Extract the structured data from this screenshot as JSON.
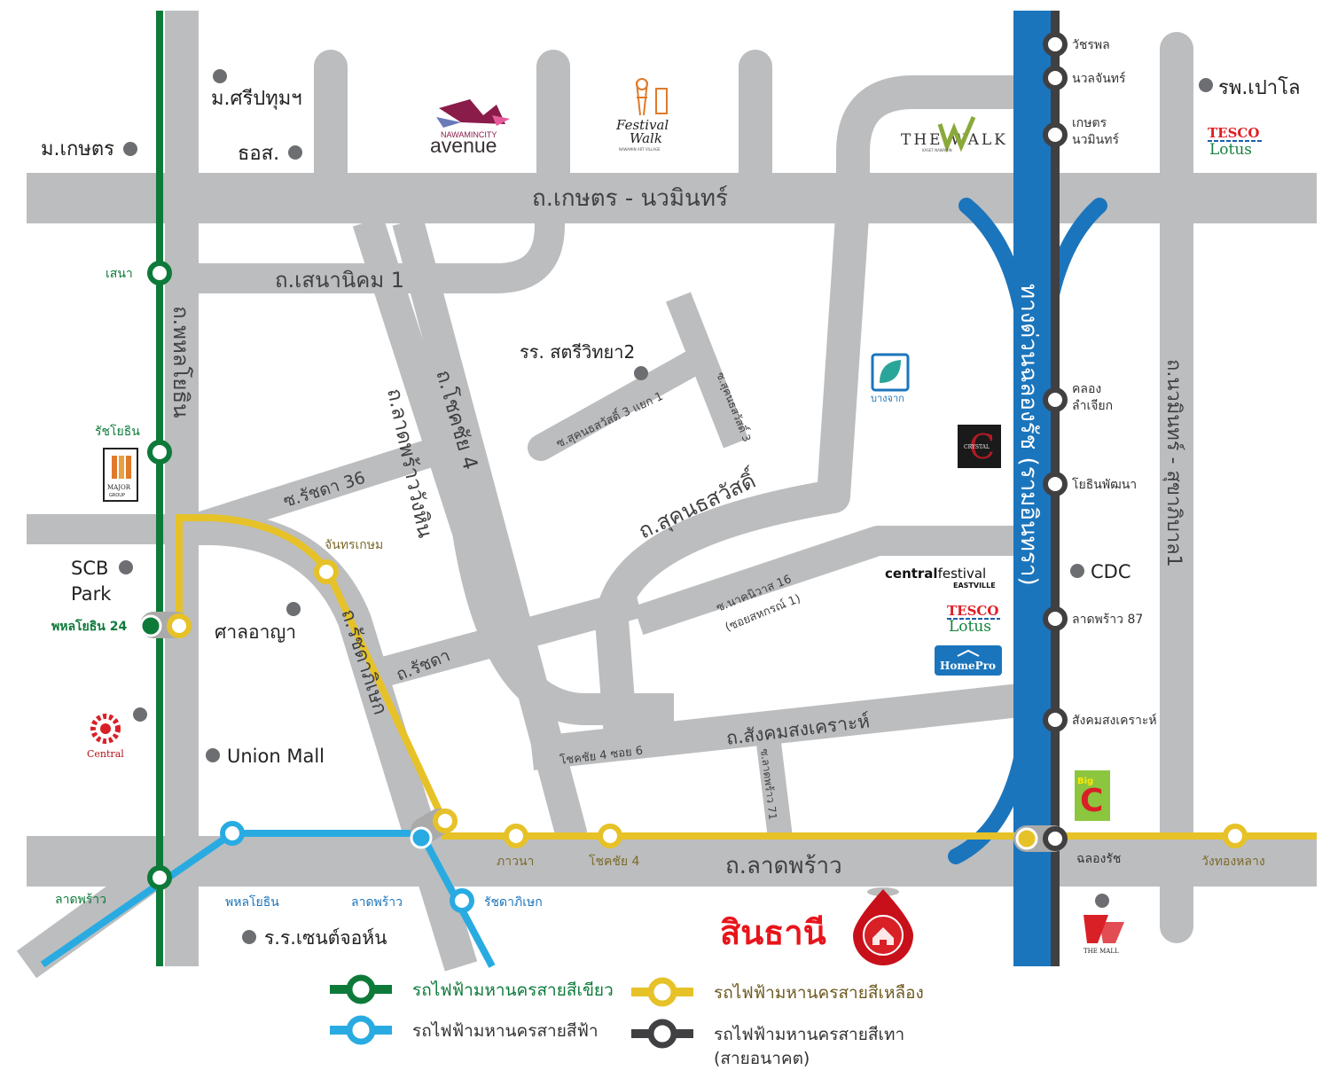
{
  "roads": {
    "kaset_nawamin": "ถ.เกษตร - นวมินทร์",
    "senanikom1": "ถ.เสนานิคม 1",
    "phahonyothin": "ถ.พหลโยธิน",
    "ladprao_wanghin": "ถ.ลาดพร้าววังหิน",
    "chokchai4": "ถ.โชคชัย 4",
    "soi_ratchada36": "ซ.รัชดา 36",
    "sukhon_sawat": "ถ.สุคนธสวัสดิ์",
    "soi_sukhon3_yaek1": "ซ.สุคนธสวัสดิ์ 3 แยก 1",
    "soi_sukhon3": "ซ.สุคนธสวัสดิ์ 3",
    "soi_nakniwat16": "ซ.นาคนิวาส 16",
    "soi_nakniwat16_alt": "(ซอยสหกรณ์ 1)",
    "ratchada": "ถ.รัชดา",
    "ratchadaphisek": "ถ.รัชดาภิเษก",
    "sangkhom": "ถ.สังคมสงเคราะห์",
    "chokchai4_soi6": "โชคชัย 4 ซอย 6",
    "soi_ladprao71": "ซ.ลาดพร้าว 71",
    "ladprao": "ถ.ลาดพร้าว",
    "expressway": "ทางด่วนฉลองรัช (รามอินทรา)",
    "nawamin_sukhaphiban": "ถ.นวมินทร์ - สุขาภิบาล1"
  },
  "pois": {
    "kaset_univ": "ม.เกษตร",
    "sripatum_univ": "ม.ศรีปทุมฯ",
    "baac": "ธอส.",
    "paolo_hospital": "รพ.เปาโล",
    "satri_school": "รร. สตรีวิทยา2",
    "scb_park_1": "SCB",
    "scb_park_2": "Park",
    "court": "ศาลอาญา",
    "union_mall": "Union Mall",
    "cdc": "CDC",
    "st_john": "ร.ร.เซนต์จอห์น"
  },
  "logos": {
    "nawamin_city_top": "NAWAMINCITY",
    "nawamin_city_bottom": "avenue",
    "festival_walk_1": "Festival",
    "festival_walk_2": "Walk",
    "festival_walk_sub": "NAWAMIN ART VILLAGE",
    "the_walk": "THE WALK",
    "the_walk_sub": "KASET NAWAMIN",
    "tesco_1": "TESCO",
    "tesco_2": "Lotus",
    "bangchak": "บางจาก",
    "crystal": "CRYSTAL",
    "major": "MAJOR",
    "major_sub": "GROUP",
    "central_festival_1": "central",
    "central_festival_2": "festival",
    "central_festival_sub": "EASTVILLE",
    "homepro": "HomePro",
    "central": "Central",
    "bigc_1": "Big",
    "bigc_2": "C",
    "the_mall": "THE MALL"
  },
  "stations": {
    "green": [
      "เสนา",
      "รัชโยธิน",
      "พหลโยธิน 24",
      "ลาดพร้าว"
    ],
    "blue": [
      "พหลโยธิน",
      "ลาดพร้าว",
      "รัชดาภิเษก"
    ],
    "yellow": [
      "จันทรเกษม",
      "ภาวนา",
      "โชคชัย 4",
      "วังทองหลาง"
    ],
    "grey": [
      "วัชรพล",
      "นวลจันทร์",
      "เกษตร",
      "นวมินทร์",
      "คลอง",
      "ลำเจียก",
      "โยธินพัฒนา",
      "ลาดพร้าว 87",
      "สังคมสงเคราะห์",
      "ฉลองรัช"
    ]
  },
  "project": {
    "name": "สินธานี",
    "icon": "home-pin-icon"
  },
  "legend": {
    "green": "รถไฟฟ้ามหานครสายสีเขียว",
    "blue": "รถไฟฟ้ามหานครสายสีฟ้า",
    "yellow": "รถไฟฟ้ามหานครสายสีเหลือง",
    "grey_1": "รถไฟฟ้ามหานครสายสีเทา",
    "grey_2": "(สายอนาคต)"
  },
  "colors": {
    "road": "#bcbdbf",
    "green_line": "#0d7a3a",
    "blue_line": "#29abe2",
    "yellow_line": "#e6c228",
    "grey_line": "#404042",
    "expressway": "#1b75bc",
    "project": "#e8141b"
  }
}
